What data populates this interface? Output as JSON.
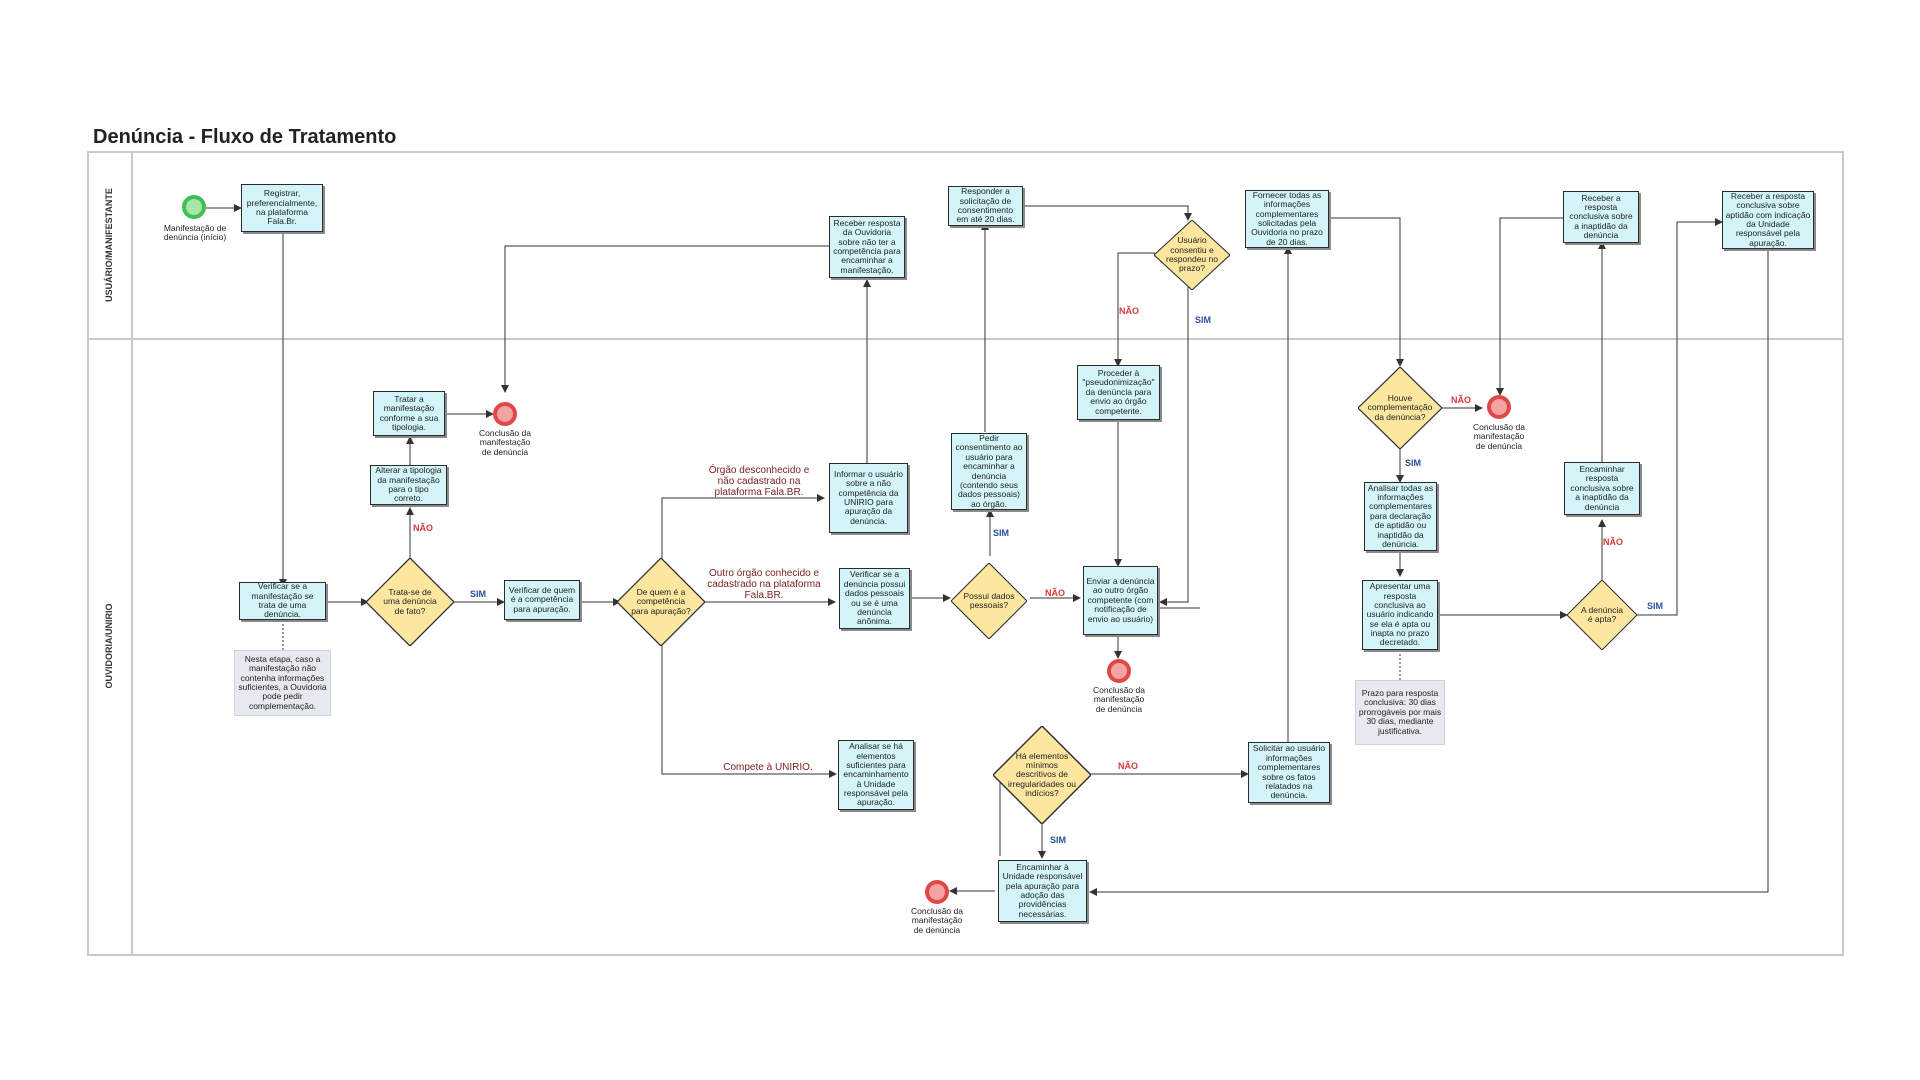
{
  "title": "Denúncia - Fluxo de Tratamento",
  "lanes": {
    "user": "USUÁRIO/MANIFESTANTE",
    "ouvidoria": "OUVIDORIA/UNIRIO"
  },
  "colors": {
    "task_fill": "#d3f4f8",
    "decision_fill": "#fde6a0",
    "start_color": "#3fbf55",
    "end_color": "#e04848",
    "no_label_color": "#d93a3a",
    "yes_label_color": "#2b4ea2"
  },
  "nodes": {
    "start_label": "Manifestação de denúncia (início)",
    "registrar": "Registrar, preferencialmente, na plataforma Fala.Br.",
    "verificar_manif": "Verificar se a manifestação se trata de uma denúncia.",
    "nota_etapa": "Nesta etapa, caso a manifestação não contenha informações suficientes, a Ouvidoria pode pedir complementação.",
    "trata_se": "Trata-se de uma denúncia de fato?",
    "alterar": "Alterar a tipologia da manifestação para o tipo correto.",
    "tratar": "Tratar a manifestação conforme a sua tipologia.",
    "conclusao": "Conclusão da manifestação de denúncia",
    "verificar_quem": "Verificar de quem é a competência para apuração.",
    "de_quem": "De quem é a competência para apuração?",
    "receber_resposta": "Receber resposta da Ouvidoria sobre não ter a competência para encaminhar a manifestação.",
    "informar": "Informar o usuário sobre a não competência da UNIRIO para apuração da denúncia.",
    "verificar_pessoais": "Verificar se a denúncia possui dados pessoais ou se é uma denúncia anônima.",
    "possui_dados": "Possui dados pessoais?",
    "pedir_consent": "Pedir consentimento ao usuário para encaminhar a denúncia (contendo seus dados pessoais) ao órgão.",
    "responder_solic": "Responder a solicitação de consentimento em até 20 dias.",
    "usuario_consentiu": "Usuário consentiu e respondeu no prazo?",
    "proceder": "Proceder à \"pseudonimização\" da denúncia para envio ao órgão competente.",
    "enviar": "Enviar a denúncia ao outro órgão competente (com notificação de envio ao usuário)",
    "analisar_elem": "Analisar se há elementos suficientes para encaminhamento à Unidade responsável pela apuração.",
    "ha_elementos": "Há elementos mínimos descritivos de irregularidades ou indícios?",
    "encaminhar_unid": "Encaminhar à Unidade responsável pela apuração para adoção das providências necessárias.",
    "solicitar_usuario": "Solicitar ao usuário informações complementares sobre os fatos relatados na denúncia.",
    "fornecer": "Fornecer todas as informações complementares solicitadas pela Ouvidoria no prazo de 20 dias.",
    "houve_compl": "Houve complementação da denúncia?",
    "analisar_todas": "Analisar todas as informações complementares para declaração de aptidão ou inaptidão da denúncia.",
    "apresentar": "Apresentar uma resposta conclusiva ao usuário indicando se ela é apta ou inapta no prazo decretado.",
    "nota_prazo": "Prazo para resposta conclusiva: 30 dias prorrogáveis por mais 30 dias, mediante justificativa.",
    "denuncia_apta": "A denúncia é apta?",
    "encaminhar_resp": "Encaminhar resposta conclusiva sobre a inaptidão da denúncia",
    "receber_inapt": "Receber a resposta conclusiva sobre a inaptidão da denúncia",
    "receber_apt": "Receber a resposta conclusiva sobre aptidão com indicação da Unidade responsável pela apuração."
  },
  "edge_labels": {
    "nao": "NÃO",
    "sim": "SIM",
    "orgao_desconhecido": "Órgão desconhecido e não cadastrado na plataforma Fala.BR.",
    "outro_orgao": "Outro órgão conhecido e cadastrado na plataforma Fala.BR.",
    "compete": "Compete à UNIRIO."
  }
}
